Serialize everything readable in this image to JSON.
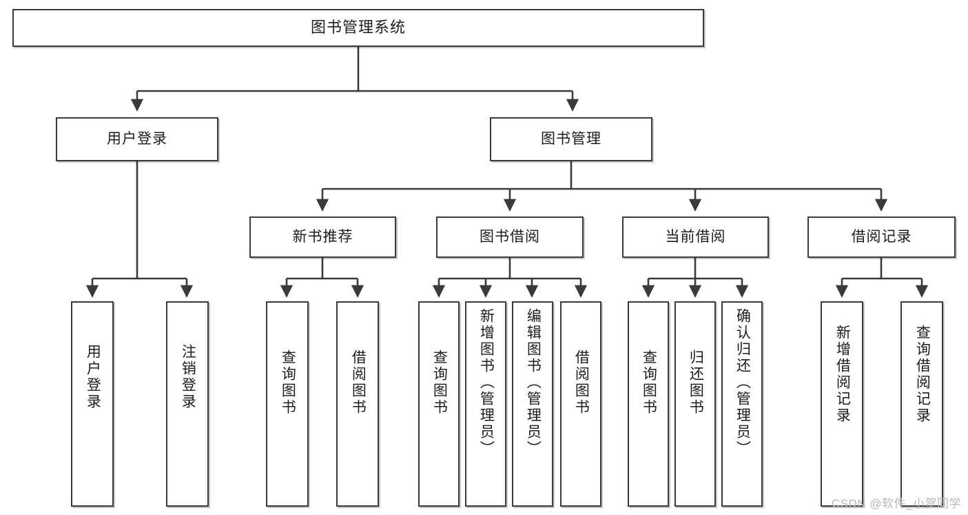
{
  "diagram": {
    "title": "图书管理系统",
    "type": "tree-hierarchy-chart",
    "watermark": "CSDN @软件_小贺同学",
    "colors": {
      "box_border": "#3a3a3a",
      "box_fill": "#ffffff",
      "edge": "#3a3a3a",
      "text": "#1c1c1c",
      "watermark": "#b9b9b9"
    }
  },
  "nodes": {
    "root": {
      "label": "图书管理系统"
    },
    "level2": [
      {
        "label": "用户登录"
      },
      {
        "label": "图书管理"
      }
    ],
    "level3": [
      {
        "label": "新书推荐"
      },
      {
        "label": "图书借阅"
      },
      {
        "label": "当前借阅"
      },
      {
        "label": "借阅记录"
      }
    ],
    "leaves": {
      "user_login": [
        {
          "label": "用户登录"
        },
        {
          "label": "注销登录"
        }
      ],
      "new_book_recommend": [
        {
          "label": "查询图书"
        },
        {
          "label": "借阅图书"
        }
      ],
      "book_borrow": [
        {
          "label": "查询图书"
        },
        {
          "label": "新增图书（管理员）"
        },
        {
          "label": "编辑图书（管理员）"
        },
        {
          "label": "借阅图书"
        }
      ],
      "current_borrow": [
        {
          "label": "查询图书"
        },
        {
          "label": "归还图书"
        },
        {
          "label": "确认归还（管理员）"
        }
      ],
      "borrow_record": [
        {
          "label": "新增借阅记录"
        },
        {
          "label": "查询借阅记录"
        }
      ]
    }
  }
}
